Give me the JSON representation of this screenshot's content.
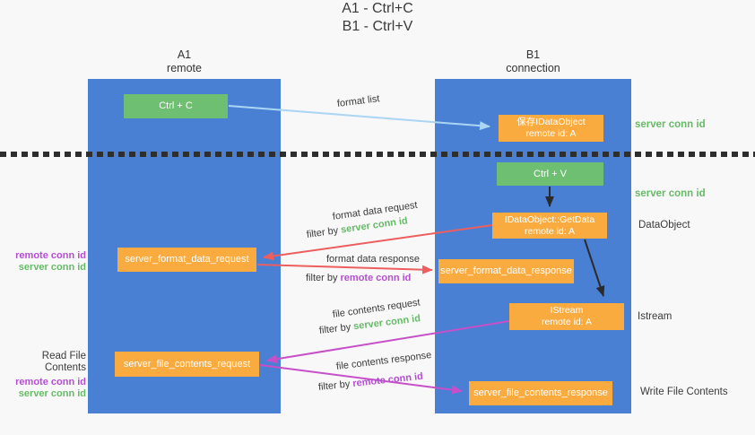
{
  "title": {
    "line1": "A1 - Ctrl+C",
    "line2": "B1 - Ctrl+V"
  },
  "lanes": {
    "left": {
      "name": "A1",
      "role": "remote"
    },
    "right": {
      "name": "B1",
      "role": "connection"
    }
  },
  "nodes": {
    "ctrl_c": "Ctrl + C",
    "ctrl_v": "Ctrl + V",
    "save_idataobject": {
      "line1": "保存IDataObject",
      "line2": "remote id: A"
    },
    "getdata": {
      "line1": "IDataObject::GetData",
      "line2": "remote id: A"
    },
    "istream": {
      "line1": "IStream",
      "line2": "remote id: A"
    },
    "format_request": "server_format_data_request",
    "format_response": "server_format_data_response",
    "file_request": "server_file_contents_request",
    "file_response": "server_file_contents_response"
  },
  "edge_labels": {
    "format_list": "format list",
    "format_data_request": "format data request",
    "format_data_response": "format data response",
    "file_contents_request": "file contents request",
    "file_contents_response": "file contents response",
    "filter_by": "filter by",
    "server_conn_id": "server conn id",
    "remote_conn_id": "remote conn id"
  },
  "side_labels": {
    "server_conn_id_top": "server conn id",
    "server_conn_id_mid": "server conn id",
    "dataobject": "DataObject",
    "istream": "Istream",
    "write_file_contents": "Write File Contents",
    "read_file_contents": "Read File Contents",
    "remote_conn_id": "remote conn id",
    "server_conn_id": "server conn id"
  },
  "colors": {
    "lane_blue": "#4a80d4",
    "green_box": "#6fbf72",
    "orange_box": "#f9ab40",
    "green_text": "#66bb66",
    "purple_text": "#b44fd1",
    "red_arrow": "#ed5e5e",
    "magenta_arrow": "#c750c9",
    "light_blue_arrow": "#aad5f3",
    "black": "#3a3a3a"
  }
}
